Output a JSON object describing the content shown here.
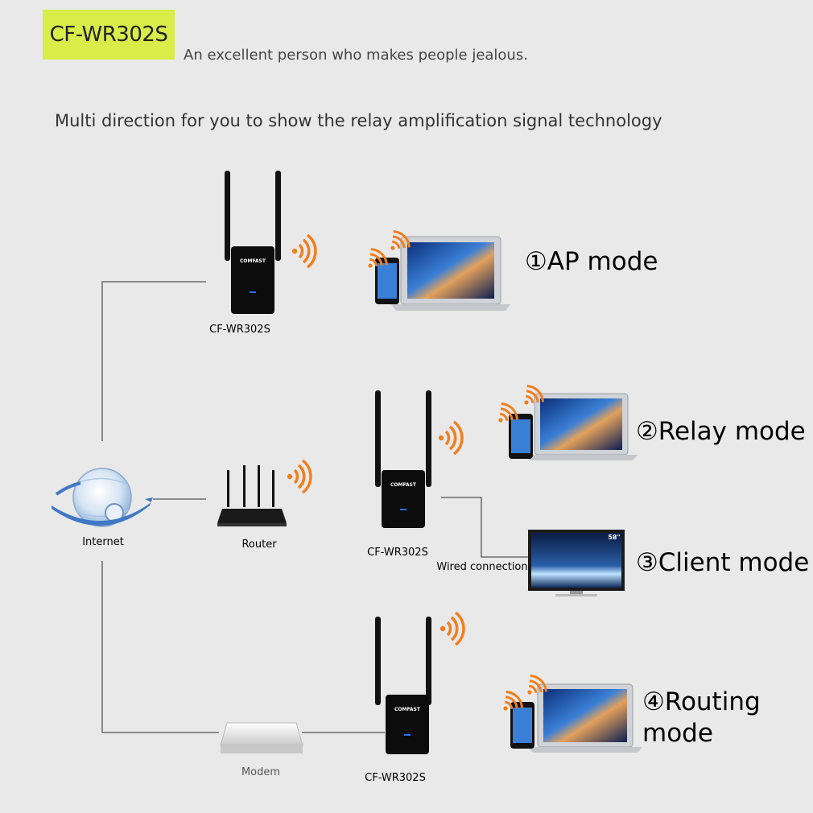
{
  "header": {
    "model": "CF-WR302S",
    "slogan": "An excellent person who makes people jealous.",
    "headline": "Multi direction for you to show the relay amplification signal technology"
  },
  "nodes": {
    "internet_label": "Internet",
    "router_label": "Router",
    "modem_label": "Modem",
    "repeater_top_label": "CF-WR302S",
    "repeater_mid_label": "CF-WR302S",
    "repeater_bottom_label": "CF-WR302S",
    "repeater_brand": "COMFAST",
    "tv_size": "58\"",
    "wired_label": "Wired connection"
  },
  "modes": {
    "ap": "①AP mode",
    "relay": "②Relay mode",
    "client": "③Client mode",
    "routing_line1": "④Routing",
    "routing_line2": "mode"
  },
  "colors": {
    "badge": "#d8ec4a",
    "wifi": "#f07f1e",
    "device": "#111111",
    "line": "#555555"
  }
}
